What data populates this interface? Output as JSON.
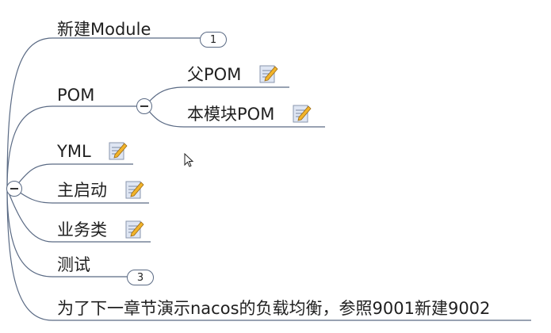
{
  "mindmap": {
    "nodes": {
      "new_module": {
        "label": "新建Module",
        "badge": "1"
      },
      "pom": {
        "label": "POM"
      },
      "parent_pom": {
        "label": "父POM",
        "icon": "note-pencil-icon"
      },
      "module_pom": {
        "label": "本模块POM",
        "icon": "note-pencil-icon"
      },
      "yml": {
        "label": "YML",
        "icon": "note-pencil-icon"
      },
      "main_start": {
        "label": "主启动",
        "icon": "note-pencil-icon"
      },
      "business_class": {
        "label": "业务类",
        "icon": "note-pencil-icon"
      },
      "test": {
        "label": "测试",
        "badge": "3"
      },
      "nacos_note": {
        "label": "为了下一章节演示nacos的负载均衡，参照9001新建9002"
      }
    },
    "colors": {
      "connector": "#5a6a84",
      "text": "#1f1f1f",
      "note_paper": "#dfe6f3",
      "pencil": "#f2b42a"
    }
  }
}
